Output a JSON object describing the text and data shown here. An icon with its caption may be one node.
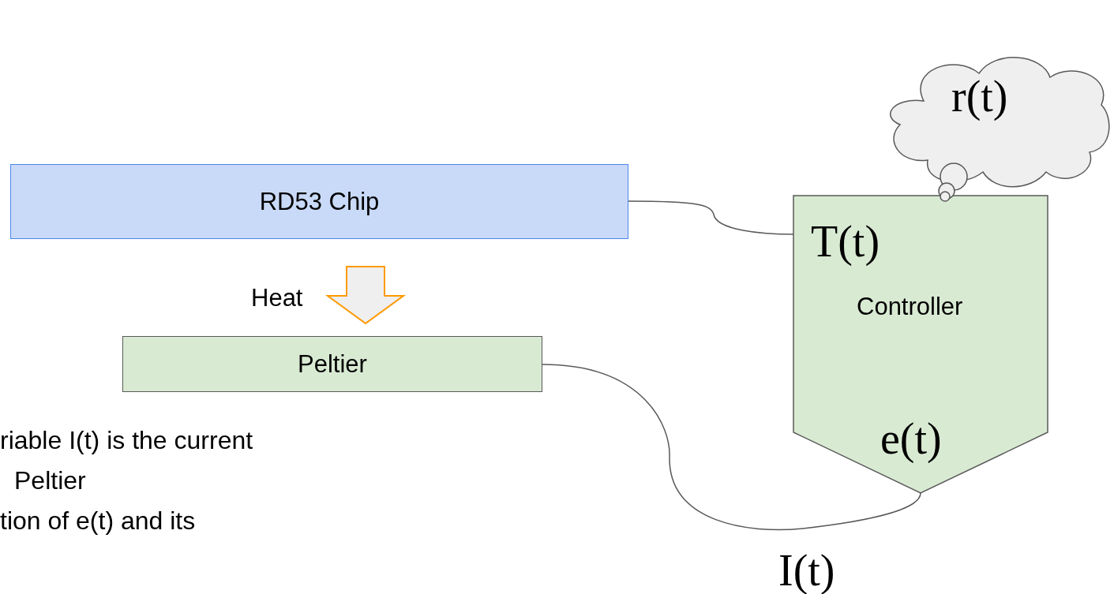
{
  "diagram": {
    "nodes": [
      {
        "text": [
          "RD53 Chip"
        ]
      },
      {
        "text": [
          "Peltier"
        ]
      },
      {
        "text": [
          "T(t)",
          "Controller",
          "e(t)"
        ]
      },
      {
        "text": [
          "r(t)"
        ]
      }
    ],
    "edges": [
      {
        "from": 0,
        "to": 1,
        "arrow": "to",
        "label": "Heat",
        "style": "thick",
        "color": "#ff9900"
      },
      {
        "from": 0,
        "to": 2,
        "arrow": "none"
      },
      {
        "from": 1,
        "to": 2,
        "arrow": "none",
        "label": "I(t)"
      }
    ],
    "labels": [
      "riable I(t) is the current",
      "Peltier",
      "tion of e(t) and its"
    ]
  }
}
